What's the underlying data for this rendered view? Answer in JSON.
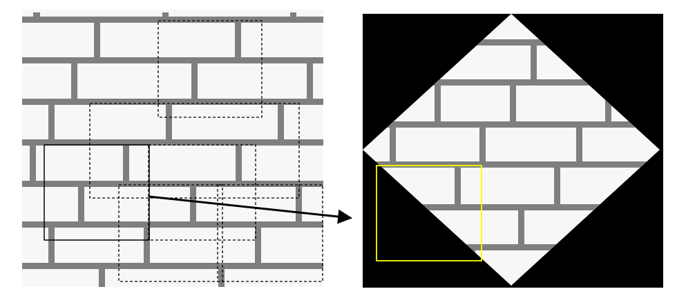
{
  "colors": {
    "background": "#ffffff",
    "brick_face": "#f7f7f7",
    "mortar": "#7f7f7f",
    "window_outline": "#000000",
    "rotated_panel_background": "#000000",
    "highlight_box": "#ffff00",
    "arrow": "#000000"
  },
  "left_panel": {
    "content": "brick-wall-texture",
    "sampling_windows": {
      "solid_count": 1,
      "dashed_count": 5
    }
  },
  "right_panel": {
    "content": "rotated-brick-wall-texture",
    "shape": "diamond",
    "rotation_degrees": 45,
    "highlight": "yellow-window"
  },
  "arrow": {
    "from": "solid-sampling-window",
    "to": "rotated-panel"
  }
}
